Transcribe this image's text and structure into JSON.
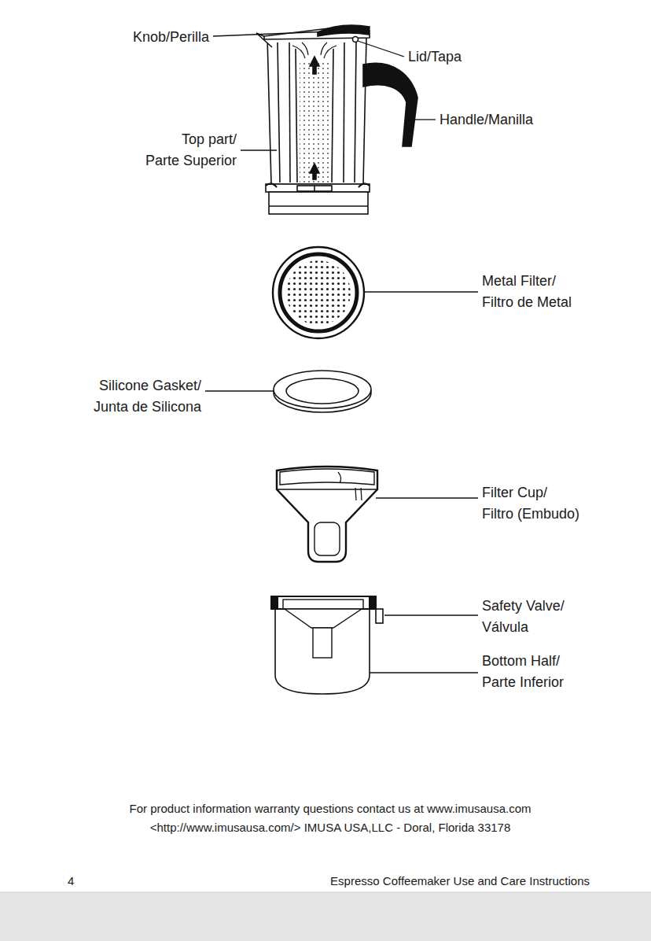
{
  "diagram": {
    "labels": [
      "Knob/Perilla",
      "Lid/Tapa",
      "Handle/Manilla",
      "Top part/ Parte Superior",
      "Metal Filter/ Filtro de Metal",
      "Silicone Gasket/ Junta de Silicona",
      "Filter Cup/ Filtro (Embudo)",
      "Safety Valve/ Válvula",
      "Bottom Half/ Parte Inferior",
      "For product information warranty questions contact us at www.imusausa.com <http://www.imusausa.com/> IMUSA USA,LLC - Doral, Florida 33178",
      "4",
      "Espresso Coffeemaker Use and Care Instructions"
    ]
  }
}
